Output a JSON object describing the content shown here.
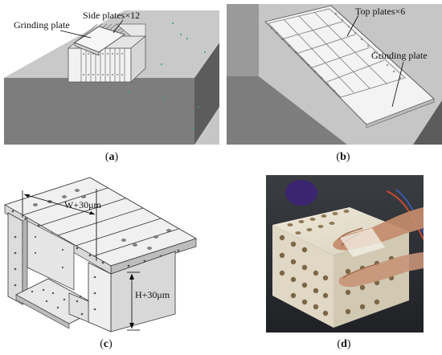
{
  "panel_a": {
    "caption_letter": "a",
    "label_grinding_plate": "Grinding plate",
    "label_side_plates": "Side plates×12"
  },
  "panel_b": {
    "caption_letter": "b",
    "label_top_plates": "Top plates×6",
    "label_grinding_plate": "Grinding plate"
  },
  "panel_c": {
    "caption_letter": "c",
    "label_width": "W+30μm",
    "label_height": "H+30μm"
  },
  "panel_d": {
    "caption_letter": "d"
  },
  "colors": {
    "table_top": "#c9c9c9",
    "table_front": "#7a7a7a",
    "plate_light": "#efefef",
    "photo_background": "#2b2e33",
    "ceramic_block": "#e7e0cf",
    "skin": "#c48c6c",
    "speck_green": "#3aa05a"
  }
}
